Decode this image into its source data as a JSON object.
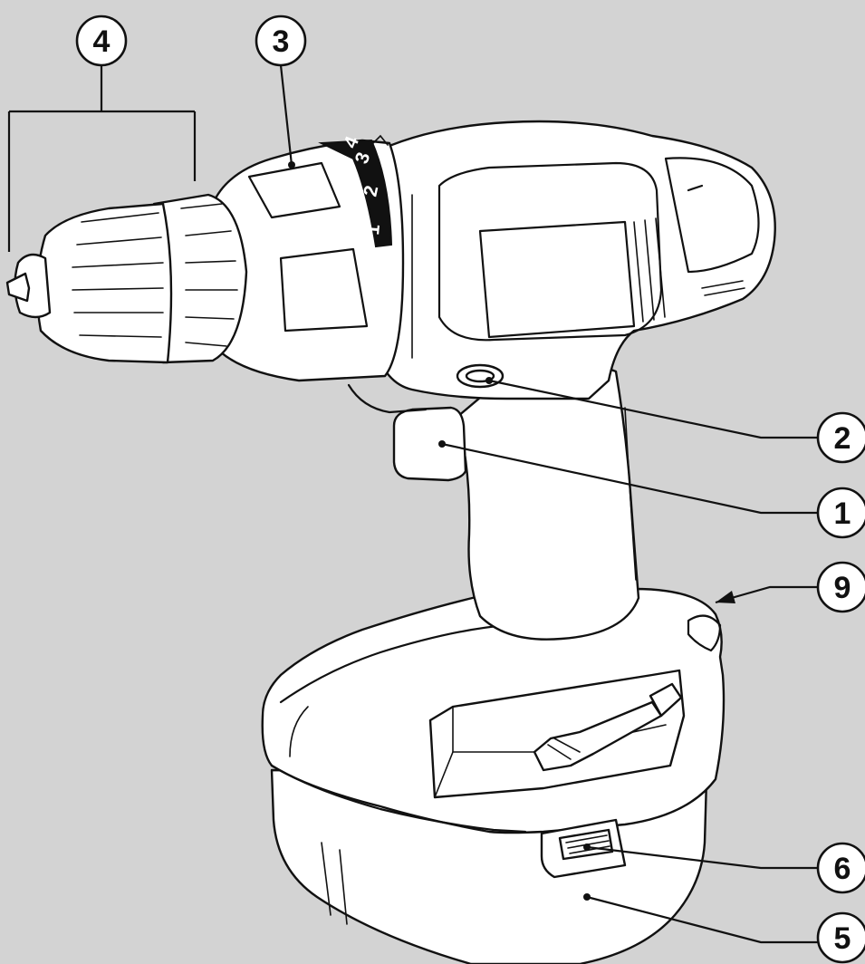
{
  "callouts": [
    {
      "id": "c4",
      "label": "4"
    },
    {
      "id": "c3",
      "label": "3"
    },
    {
      "id": "c2",
      "label": "2"
    },
    {
      "id": "c1",
      "label": "1"
    },
    {
      "id": "c9",
      "label": "9"
    },
    {
      "id": "c6",
      "label": "6"
    },
    {
      "id": "c5",
      "label": "5"
    }
  ],
  "dial_numbers": [
    "1",
    "2",
    "3",
    "4"
  ],
  "colors": {
    "background": "#d3d3d3",
    "body": "#ffffff",
    "outline": "#111111"
  }
}
